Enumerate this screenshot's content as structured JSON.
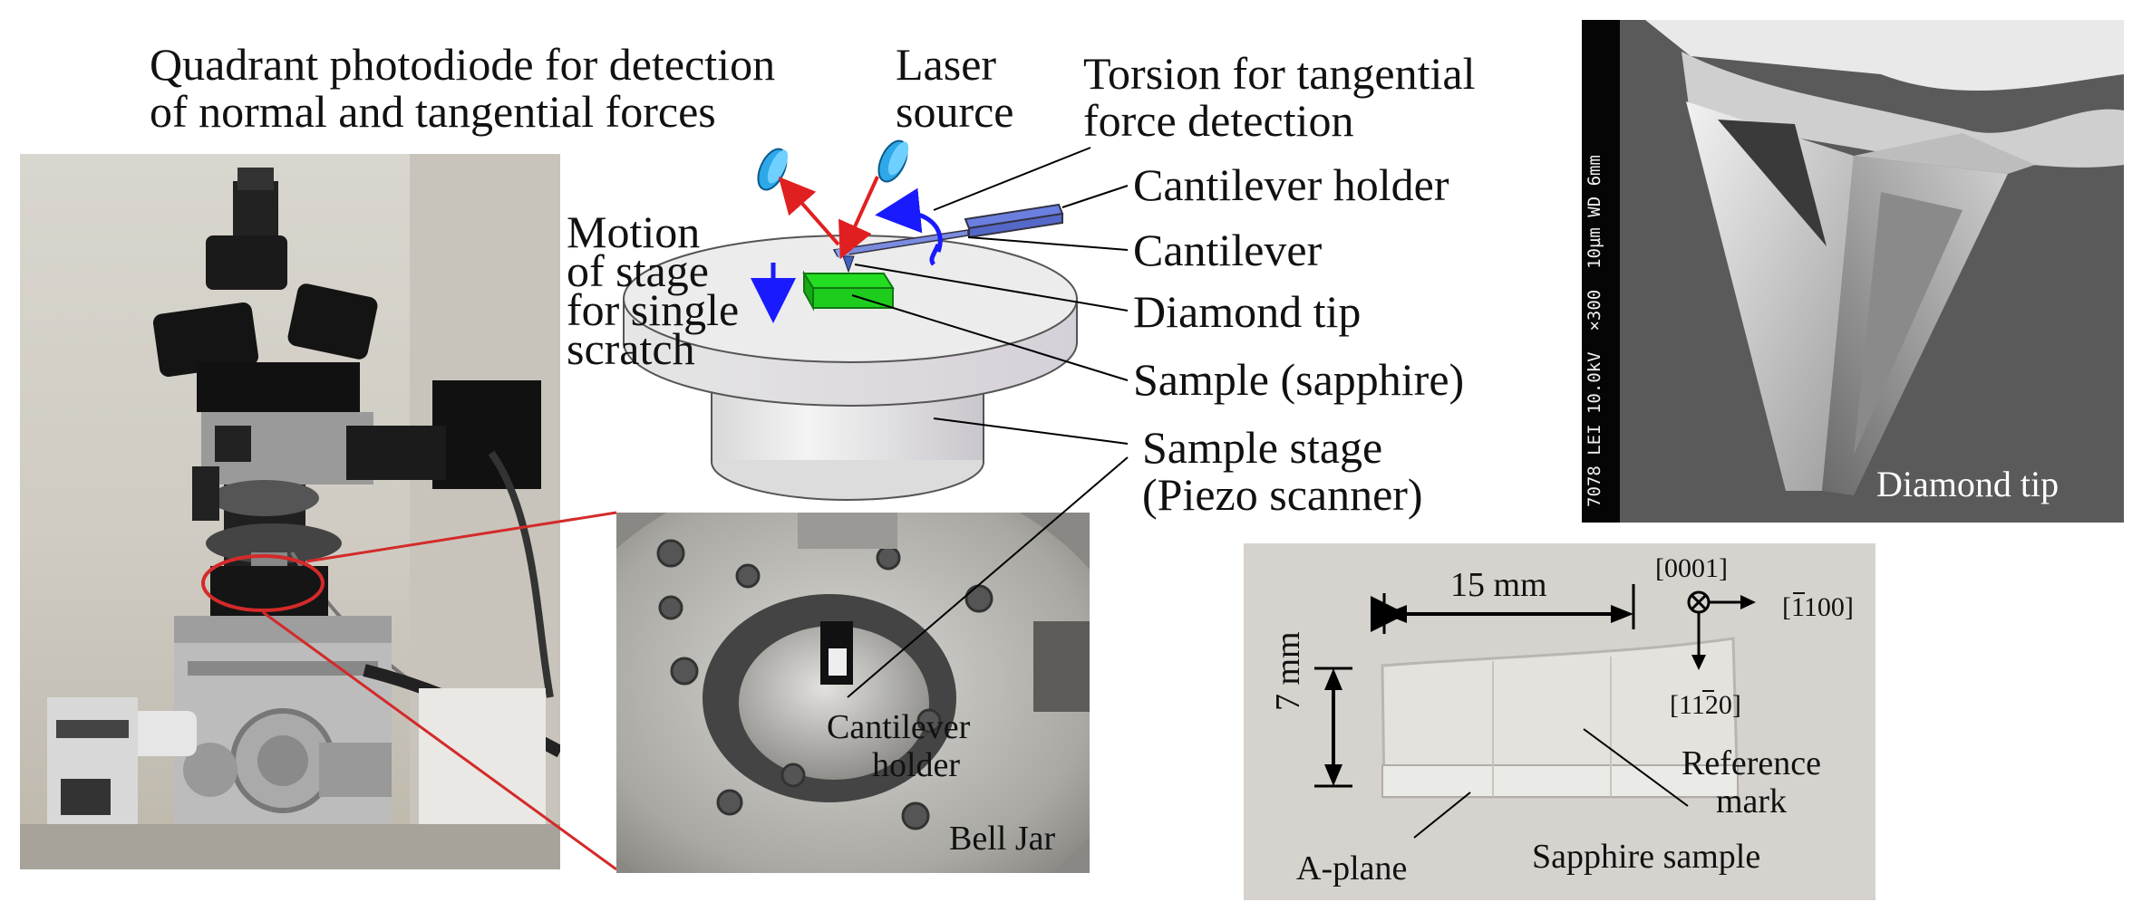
{
  "labels": {
    "photodiode_line1": "Quadrant photodiode for detection",
    "photodiode_line2": "of normal and tangential forces",
    "laser_line1": "Laser",
    "laser_line2": "source",
    "torsion_line1": "Torsion for tangential",
    "torsion_line2": "force detection",
    "cantilever_holder": "Cantilever holder",
    "cantilever": "Cantilever",
    "diamond_tip": "Diamond tip",
    "sample": "Sample (sapphire)",
    "stage_line1": "Sample stage",
    "stage_line2": "(Piezo scanner)",
    "motion_line1": "Motion",
    "motion_line2": "of stage",
    "motion_line3": "for single",
    "motion_line4": "scratch"
  },
  "photo_labels": {
    "holder_line1": "Cantilever",
    "holder_line2": "holder",
    "bell_jar": "Bell Jar"
  },
  "sem": {
    "info": "7078 LEI 10.0kV  ×300  10µm WD 6mm",
    "caption": "Diamond tip"
  },
  "sapphire": {
    "width_label": "15 mm",
    "height_label": "7 mm",
    "axis_0001": "[0001]",
    "axis_1100": "[1100]",
    "axis_1120": "[1120]",
    "reference_line1": "Reference",
    "reference_line2": "mark",
    "a_plane": "A-plane",
    "caption": "Sapphire sample"
  },
  "colors": {
    "red_arrow": "#e02020",
    "blue_arrow": "#1a1aff",
    "sample_green": "#22dd22",
    "holder_blue": "#6a7fe0",
    "zoom_line": "#d42a2a"
  }
}
